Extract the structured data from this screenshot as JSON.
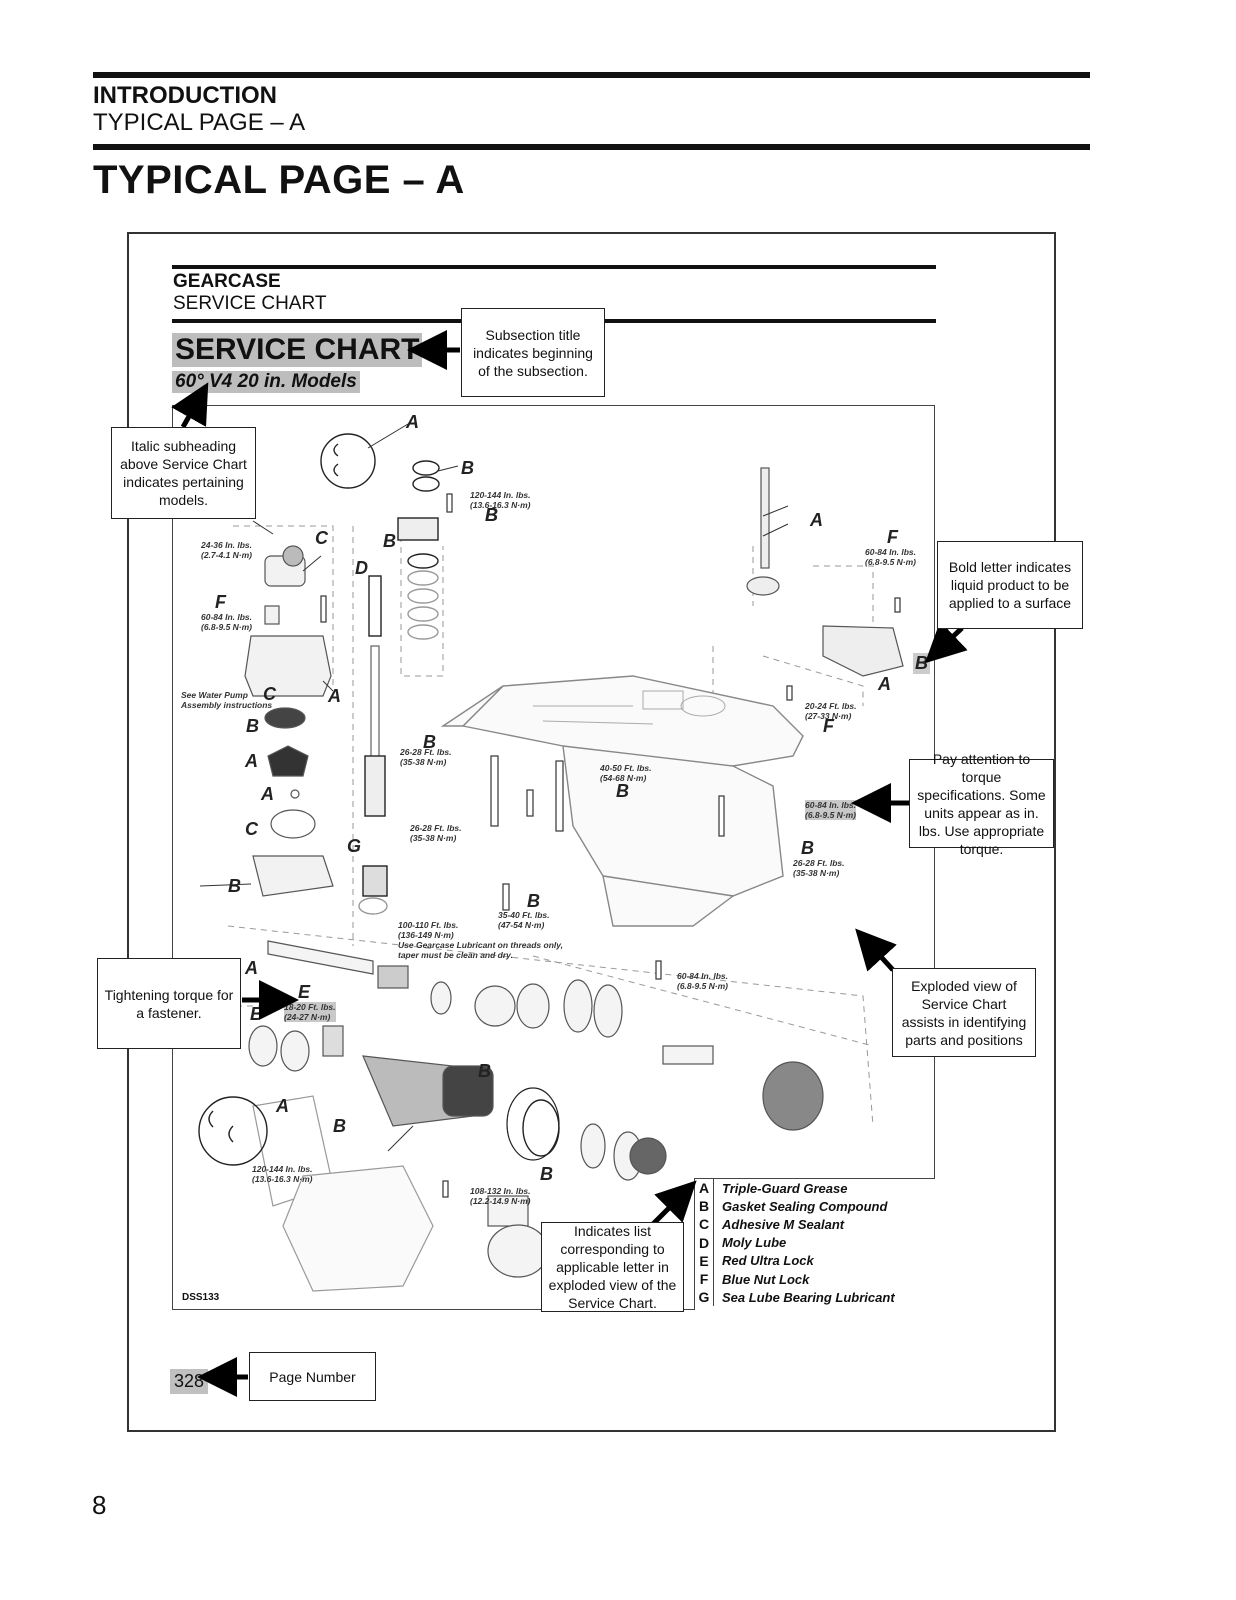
{
  "header": {
    "section": "INTRODUCTION",
    "subsection": "TYPICAL PAGE – A"
  },
  "page_title": "TYPICAL PAGE – A",
  "sample_page": {
    "section": "GEARCASE",
    "subsection": "SERVICE CHART",
    "title": "SERVICE CHART",
    "subheading": "60° V4 20 in. Models",
    "figure_id": "DSS133",
    "page_number": "328",
    "part_letters": {
      "a": "A",
      "b": "B",
      "c": "C",
      "d": "D",
      "e": "E",
      "f": "F",
      "g": "G"
    },
    "torque_specs": [
      {
        "id": "t1",
        "lines": [
          "120-144 In. lbs.",
          "(13.6-16.3 N·m)"
        ]
      },
      {
        "id": "t2",
        "lines": [
          "24-36 In. lbs.",
          "(2.7-4.1 N·m)"
        ]
      },
      {
        "id": "t3",
        "lines": [
          "60-84 In. lbs.",
          "(6.8-9.5 N·m)"
        ]
      },
      {
        "id": "t4",
        "lines": [
          "60-84 In. lbs.",
          "(6.8-9.5 N·m)"
        ]
      },
      {
        "id": "t5",
        "lines": [
          "20-24 Ft. lbs.",
          "(27-33 N·m)"
        ]
      },
      {
        "id": "t6",
        "lines": [
          "26-28 Ft. lbs.",
          "(35-38 N·m)"
        ]
      },
      {
        "id": "t7",
        "lines": [
          "40-50 Ft. lbs.",
          "(54-68 N·m)"
        ]
      },
      {
        "id": "t8",
        "lines": [
          "60-84 In. lbs.",
          "(6.8-9.5 N·m)"
        ]
      },
      {
        "id": "t9",
        "lines": [
          "26-28 Ft. lbs.",
          "(35-38 N·m)"
        ]
      },
      {
        "id": "t10",
        "lines": [
          "26-28 Ft. lbs.",
          "(35-38 N·m)"
        ]
      },
      {
        "id": "t11",
        "lines": [
          "35-40 Ft. lbs.",
          "(47-54 N·m)"
        ]
      },
      {
        "id": "t12",
        "lines": [
          "100-110 Ft. lbs.",
          "(136-149 N·m)",
          "Use Gearcase Lubricant on threads only,",
          "taper must be clean and dry."
        ]
      },
      {
        "id": "t13",
        "lines": [
          "60-84 In. lbs.",
          "(6.8-9.5 N·m)"
        ]
      },
      {
        "id": "t14",
        "lines": [
          "18-20 Ft. lbs.",
          "(24-27 N·m)"
        ]
      },
      {
        "id": "t15",
        "lines": [
          "120-144 In. lbs.",
          "(13.6-16.3 N·m)"
        ]
      },
      {
        "id": "t16",
        "lines": [
          "108-132 In. lbs.",
          "(12.2-14.9 N·m)"
        ]
      }
    ],
    "water_pump_note": [
      "See Water Pump",
      "Assembly instructions"
    ],
    "legend": [
      {
        "letter": "A",
        "text": "Triple-Guard Grease"
      },
      {
        "letter": "B",
        "text": "Gasket Sealing Compound"
      },
      {
        "letter": "C",
        "text": "Adhesive M Sealant"
      },
      {
        "letter": "D",
        "text": "Moly Lube"
      },
      {
        "letter": "E",
        "text": "Red Ultra Lock"
      },
      {
        "letter": "F",
        "text": "Blue Nut Lock"
      },
      {
        "letter": "G",
        "text": "Sea Lube Bearing Lubricant"
      }
    ]
  },
  "callouts": {
    "subsection_title": "Subsection title indicates beginning of the subsection.",
    "italic_subheading": "Italic subheading above Service Chart indicates pertaining models.",
    "bold_letter": "Bold letter indicates liquid product to be applied to a surface",
    "torque_attention": "Pay attention to torque specifications. Some units appear as in. lbs. Use appropriate torque.",
    "exploded_view": "Exploded view of Service Chart assists in identifying parts and positions",
    "tightening_torque": "Tightening torque for a fastener.",
    "legend_list": "Indicates list corresponding to applicable letter in exploded view of the Service Chart.",
    "page_number": "Page Number"
  },
  "footer": {
    "page_number": "8"
  }
}
